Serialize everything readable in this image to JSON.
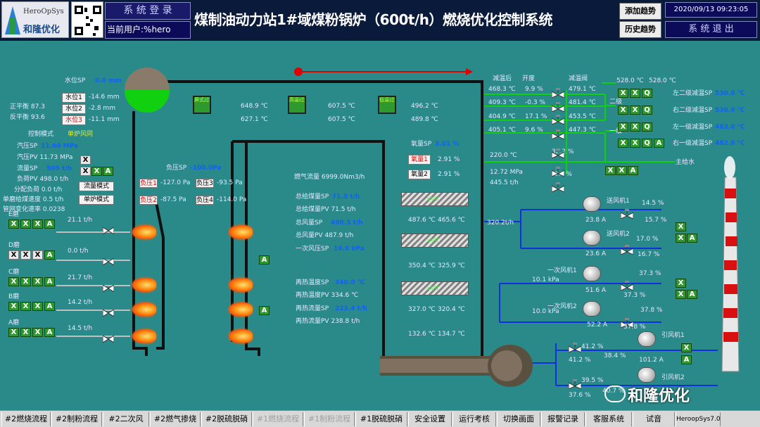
{
  "header": {
    "brand": "HeroOpSys",
    "brand_cn": "和隆优化",
    "login_label": "系 统 登 录",
    "current_user": "当前用户:%hero",
    "title": "煤制油动力站1#域煤粉锅炉（600t/h）燃烧优化控制系统",
    "add_trend": "添加趋势",
    "history_trend": "历史趋势",
    "datetime": "2020/09/13 09:23:05",
    "exit_label": "系 统 退 出"
  },
  "left": {
    "water_sp_label": "水位SP",
    "water_sp": "0.0 mm",
    "w1": "水位1",
    "w1v": "-14.6 mm",
    "w2": "水位2",
    "w2v": "-2.8 mm",
    "w3": "水位3",
    "w3v": "-11.1 mm",
    "zpj": "正平衡  87.3",
    "fpj": "反平衡  93.6",
    "ctrl_mode_label": "控制模式",
    "ctrl_mode": "单炉风同",
    "p_sp_label": "汽压SP",
    "p_sp": "11.60 MPa",
    "p_pv": "汽压PV  11.73 MPa",
    "flow_sp_label": "流量SP",
    "flow_sp": "505 t/h",
    "load_pv": "负荷PV  498.0 t/h",
    "share": "分配负荷    0.0 t/h",
    "mill_speed": "单磨给煤速度   0.5 t/h",
    "pipe_rate": "管网变化速率  0.0238",
    "flow_mode": "流量模式",
    "single_mode": "单炉模式"
  },
  "mills": [
    {
      "name": "E磨",
      "flow": "21.1 t/h",
      "btns": [
        "X",
        "X",
        "X",
        "A"
      ]
    },
    {
      "name": "D磨",
      "flow": "0.0 t/h",
      "btns": [
        "X",
        "X",
        "X",
        "A"
      ]
    },
    {
      "name": "C磨",
      "flow": "21.7 t/h",
      "btns": [
        "X",
        "X",
        "X",
        "A"
      ]
    },
    {
      "name": "B磨",
      "flow": "14.2 t/h",
      "btns": [
        "X",
        "X",
        "X",
        "A"
      ]
    },
    {
      "name": "A磨",
      "flow": "14.5 t/h",
      "btns": [
        "X",
        "X",
        "X",
        "A"
      ]
    }
  ],
  "furnace": {
    "neg_sp_label": "负压SP",
    "neg_sp": "-100.0Pa",
    "f1": "负压1",
    "f1v": "-127.0 Pa",
    "f2": "负压2",
    "f2v": "-87.5 Pa",
    "f3": "负压3",
    "f3v": "-93.5 Pa",
    "f4": "负压4",
    "f4v": "-114.0 Pa",
    "screen": "屏式过热器",
    "screen_t1": "648.9 ℃",
    "screen_t2": "627.1 ℃",
    "hi": "高温过热器",
    "hi_t1": "607.5 ℃",
    "hi_t2": "607.5 ℃",
    "lo": "低温过热器",
    "lo_t1": "496.2 ℃",
    "lo_t2": "489.8 ℃"
  },
  "middle": {
    "gas": "燃气流量 6999.0Nm3/h",
    "coal_sp_label": "总给煤量SP",
    "coal_sp": "71.5 t/h",
    "coal_pv": "总给煤量PV  71.5 t/h",
    "air_sp_label": "总风量SP",
    "air_sp": "490.5 t/h",
    "air_pv": "总风量PV   487.9 t/h",
    "pa_sp_label": "一次风压SP",
    "pa_sp": "10.0 kPa",
    "rh_t_sp_label": "再热温度SP",
    "rh_t_sp": "340.0 ℃",
    "rh_t_pv": "再热温度PV  334.6 ℃",
    "rh_f_sp_label": "再热流量SP",
    "rh_f_sp": "223.4 t/h",
    "rh_f_pv": "再热流量PV  238.8 t/h"
  },
  "o2": {
    "sp_label": "氧量SP",
    "sp": "3.01 %",
    "o1": "氧量1",
    "o1v": "2.91 %",
    "o2": "氧量2",
    "o2v": "2.91 %",
    "t1": "487.6 ℃",
    "t2": "465.6 ℃",
    "t3": "350.4 ℃",
    "t4": "325.9 ℃",
    "t5": "327.0 ℃",
    "t6": "320.4 ℃",
    "t7": "132.6 ℃",
    "t8": "134.7 ℃"
  },
  "attemp": {
    "h_after": "减温后",
    "h_open": "开度",
    "h_valve": "减温阀",
    "rows": [
      {
        "temp": "468.3 ℃",
        "open": "9.9 %",
        "valve": "479.1 ℃"
      },
      {
        "temp": "409.3 ℃",
        "open": "-0.3 %",
        "valve": "481.4 ℃"
      },
      {
        "temp": "404.9 ℃",
        "open": "17.1 %",
        "valve": "453.5 ℃"
      },
      {
        "temp": "405.1 ℃",
        "open": "9.6 %",
        "valve": "447.3 ℃"
      }
    ],
    "stage2": "二级",
    "stage1": "一级",
    "top_t1": "528.0 ℃",
    "top_t2": "528.0 ℃",
    "r1": "220.0 ℃",
    "r1o": "32.2 %",
    "r2": "12.72 MPa",
    "r2o": "-0.3 %",
    "r3": "445.5 t/h",
    "main_water": "主给水"
  },
  "right_sp": [
    {
      "label": "左二级减温SP",
      "val": "530.0 ℃"
    },
    {
      "label": "右二级减温SP",
      "val": "530.0 ℃"
    },
    {
      "label": "左一级减温SP",
      "val": "482.0 ℃"
    },
    {
      "label": "右一级减温SP",
      "val": "482.0 ℃"
    }
  ],
  "fans": {
    "air_flow": "320.2t/h",
    "s1": "送风机1",
    "s1a": "23.8 A",
    "s1o": "14.5 %",
    "s1o2": "15.7 %",
    "s2": "送风机2",
    "s2a": "23.6 A",
    "s2o": "17.0 %",
    "s2o2": "16.7 %",
    "p1": "一次风机1",
    "p1kpa": "10.1 kPa",
    "p1a": "51.6 A",
    "p1o": "37.3 %",
    "p1o2": "37.3 %",
    "p2": "一次风机2",
    "p2kpa": "10.0 kPa",
    "p2a": "52.2 A",
    "p2o": "37.8 %",
    "p2o2": "37.8 %",
    "i1": "引风机1",
    "i1a": "101.2 A",
    "i1o": "41.2 %",
    "i1o2": "41.2 %",
    "i1o3": "38.4 %",
    "i2": "引风机2",
    "i2o": "39.5 %",
    "i2o2": "37.6 %",
    "i2o3": "40.7 %"
  },
  "watermark": "和隆优化",
  "tabs": [
    "#2燃烧流程",
    "#2制粉流程",
    "#2二次风",
    "#2燃气掺烧",
    "#2脱硫脱硝",
    "#1燃烧流程",
    "#1制粉流程",
    "#1脱硫脱硝",
    "安全设置",
    "运行考核",
    "切换画面",
    "报警记录",
    "客服系统",
    "试音",
    "HeroopSys7.0"
  ],
  "colors": {
    "bg": "#2a8a8a",
    "accent": "#1060ff",
    "flue": "#404040"
  }
}
